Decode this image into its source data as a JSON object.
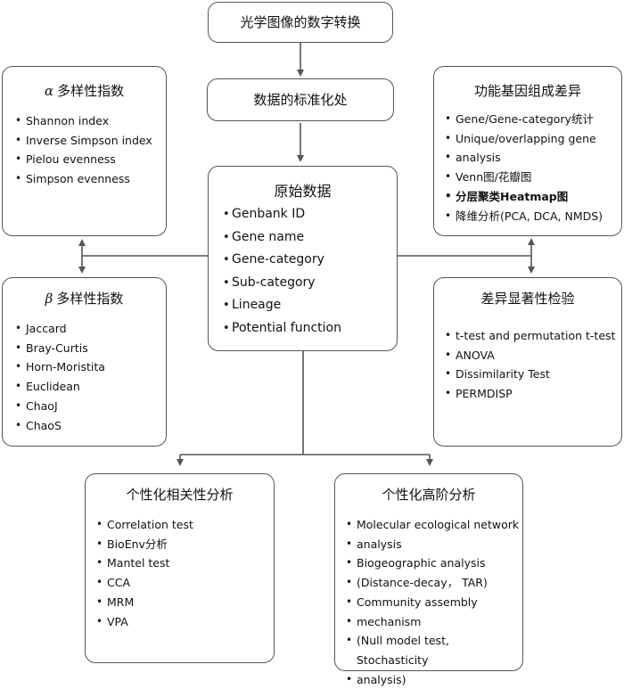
{
  "top1": {
    "title": "光学图像的数字转换"
  },
  "top2": {
    "title": "数据的标准化处"
  },
  "center": {
    "title": "原始数据",
    "items": [
      "Genbank ID",
      "Gene name",
      "Gene-category",
      "Sub-category",
      "Lineage",
      "Potential function"
    ]
  },
  "alpha": {
    "symbol": "α",
    "title": "多样性指数",
    "items": [
      "Shannon index",
      "Inverse Simpson index",
      "Pielou evenness",
      "Simpson evenness"
    ]
  },
  "beta": {
    "symbol": "β",
    "title": "多样性指数",
    "items": [
      "Jaccard",
      "Bray-Curtis",
      "Horn-Moristita",
      "Euclidean",
      "ChaoJ",
      "ChaoS"
    ]
  },
  "functional": {
    "title": "功能基因组成差异",
    "items": [
      "Gene/Gene-category统计",
      "Unique/overlapping gene",
      "analysis",
      "Venn图/花瓣图",
      "分层聚类Heatmap图",
      "降维分析(PCA, DCA, NMDS)"
    ]
  },
  "significance": {
    "title": "差异显著性检验",
    "items": [
      "t-test and permutation t-test",
      "ANOVA",
      "Dissimilarity Test",
      "PERMDISP"
    ]
  },
  "correlation": {
    "title": "个性化相关性分析",
    "items": [
      "Correlation test",
      "BioEnv分析",
      "Mantel test",
      "CCA",
      "MRM",
      "VPA"
    ]
  },
  "advanced": {
    "title": "个性化高阶分析",
    "items": [
      "Molecular ecological network",
      "analysis",
      "Biogeographic analysis",
      "(Distance-decay， TAR)",
      "Community assembly",
      "mechanism",
      "(Null model test, Stochasticity",
      "analysis)"
    ]
  }
}
